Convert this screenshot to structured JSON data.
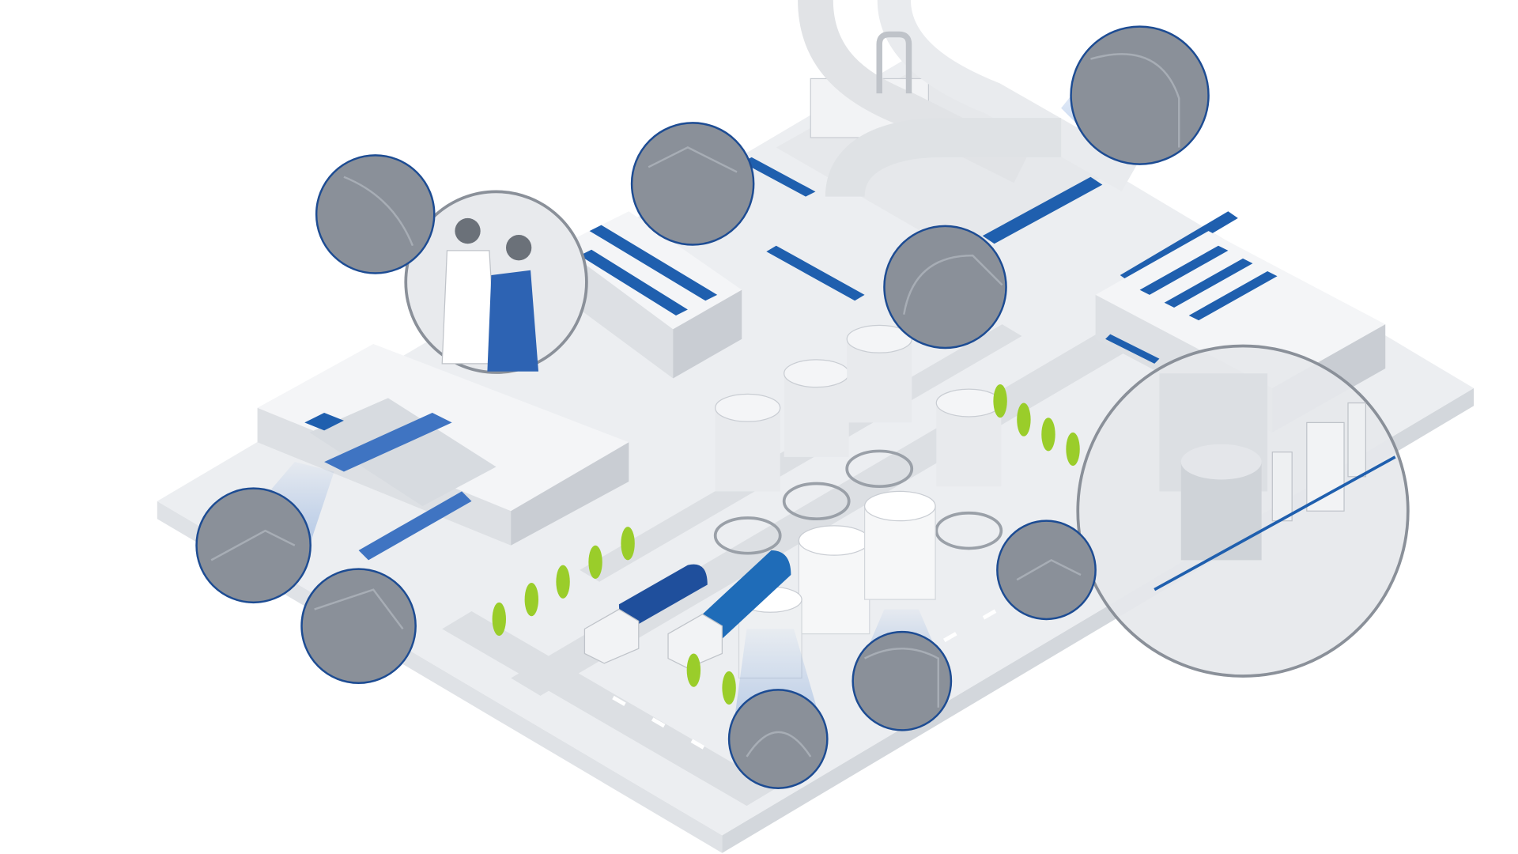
{
  "colors": {
    "background": "#ffffff",
    "platform_top": "#eceef1",
    "platform_side": "#dfe2e6",
    "road": "#d9dce0",
    "building": "#e4e6ea",
    "building_dark": "#c9cdd3",
    "accent_blue": "#1f5fae",
    "dark_blue": "#174b94",
    "callout_fill": "#8a9099",
    "callout_stroke": "#1d4c93",
    "tree": "#9acd2a",
    "glow": "#7fa6e0"
  },
  "icons": [
    "magnifier-callout",
    "silo",
    "tanker-truck",
    "tree",
    "factory-building",
    "pipe"
  ]
}
